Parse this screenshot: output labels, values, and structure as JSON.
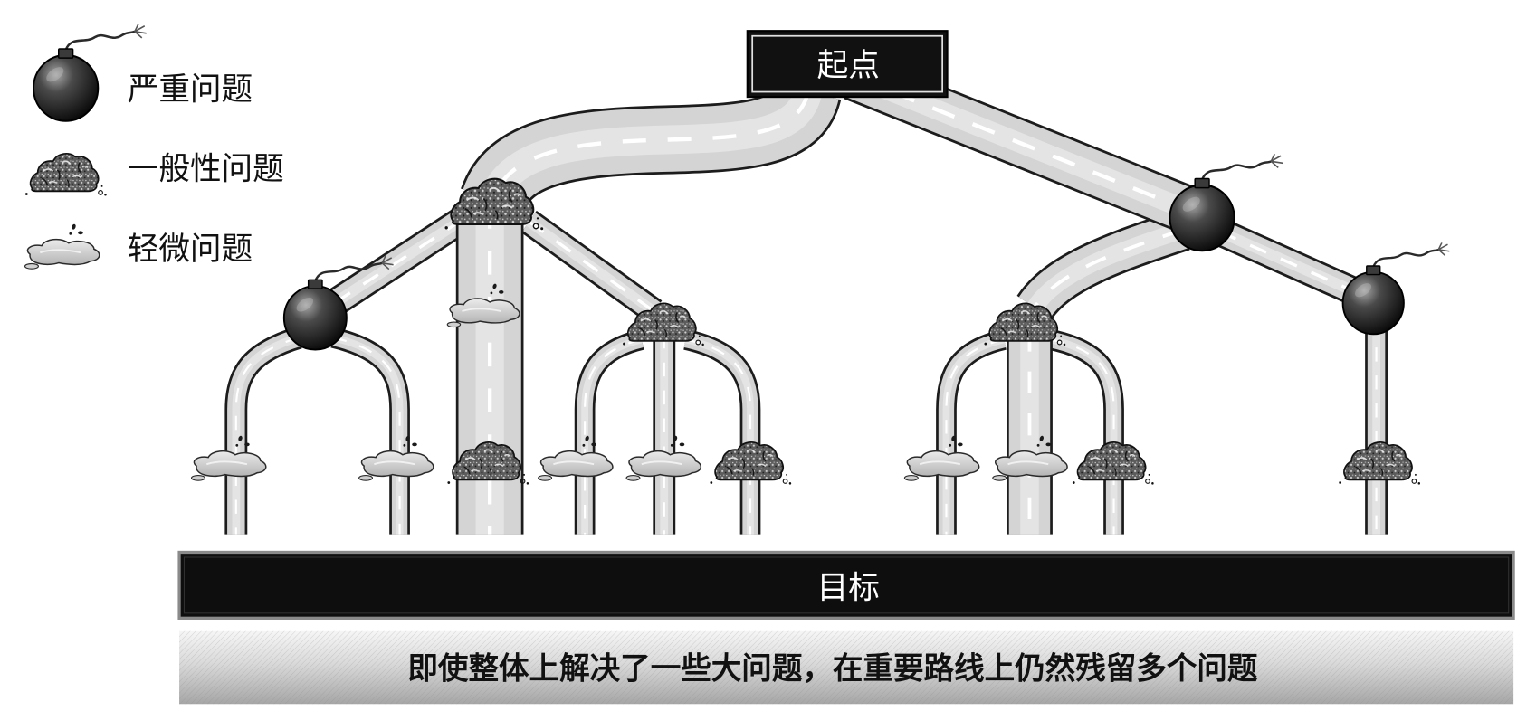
{
  "legend": {
    "items": [
      {
        "icon": "bomb-icon",
        "label": "严重问题"
      },
      {
        "icon": "rock-icon",
        "label": "一般性问题"
      },
      {
        "icon": "puddle-icon",
        "label": "轻微问题"
      }
    ]
  },
  "diagram": {
    "start_label": "起点",
    "goal_label": "目标",
    "markers": [
      "bomb-icon",
      "bomb-icon",
      "bomb-icon",
      "rock-icon",
      "rock-icon",
      "rock-icon",
      "rock-icon",
      "rock-icon",
      "rock-icon",
      "rock-icon",
      "puddle-icon",
      "puddle-icon",
      "puddle-icon",
      "puddle-icon",
      "puddle-icon",
      "puddle-icon",
      "puddle-icon"
    ]
  },
  "caption": "即使整体上解决了一些大问题，在重要路线上仍然残留多个问题",
  "colors": {
    "label_box": "#111111",
    "label_text": "#ffffff",
    "road_fill": "#d4d4d4",
    "road_edge": "#1c1c1c",
    "road_highlight": "#e4e4e4",
    "road_dash": "#ffffff",
    "caption_text": "#111111"
  }
}
